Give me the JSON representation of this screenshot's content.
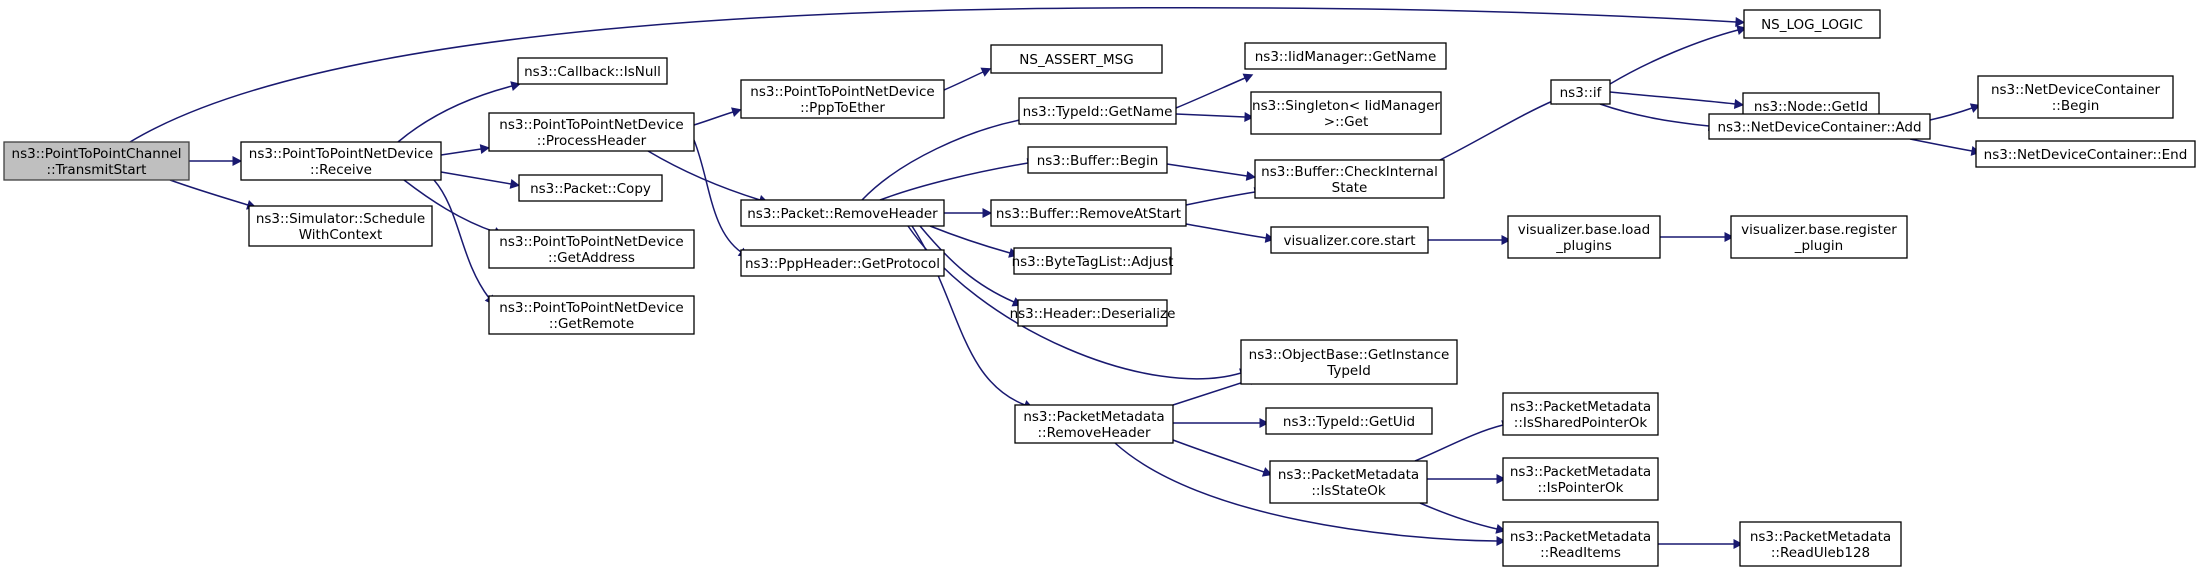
{
  "nodes": [
    {
      "id": "transmit",
      "lines": [
        "ns3::PointToPointChannel",
        "::TransmitStart"
      ],
      "root": true
    },
    {
      "id": "receive",
      "lines": [
        "ns3::PointToPointNetDevice",
        "::Receive"
      ]
    },
    {
      "id": "schedule",
      "lines": [
        "ns3::Simulator::Schedule",
        "WithContext"
      ]
    },
    {
      "id": "isnull",
      "lines": [
        "ns3::Callback::IsNull"
      ]
    },
    {
      "id": "processheader",
      "lines": [
        "ns3::PointToPointNetDevice",
        "::ProcessHeader"
      ]
    },
    {
      "id": "copy",
      "lines": [
        "ns3::Packet::Copy"
      ]
    },
    {
      "id": "getaddress",
      "lines": [
        "ns3::PointToPointNetDevice",
        "::GetAddress"
      ]
    },
    {
      "id": "getremote",
      "lines": [
        "ns3::PointToPointNetDevice",
        "::GetRemote"
      ]
    },
    {
      "id": "ppptoether",
      "lines": [
        "ns3::PointToPointNetDevice",
        "::PppToEther"
      ]
    },
    {
      "id": "removeheader",
      "lines": [
        "ns3::Packet::RemoveHeader"
      ]
    },
    {
      "id": "getprotocol",
      "lines": [
        "ns3::PppHeader::GetProtocol"
      ]
    },
    {
      "id": "assert",
      "lines": [
        "NS_ASSERT_MSG"
      ]
    },
    {
      "id": "typeidgetname",
      "lines": [
        "ns3::TypeId::GetName"
      ]
    },
    {
      "id": "bufferbegin",
      "lines": [
        "ns3::Buffer::Begin"
      ]
    },
    {
      "id": "removeatstart",
      "lines": [
        "ns3::Buffer::RemoveAtStart"
      ]
    },
    {
      "id": "adjust",
      "lines": [
        "ns3::ByteTagList::Adjust"
      ]
    },
    {
      "id": "deserialize",
      "lines": [
        "ns3::Header::Deserialize"
      ]
    },
    {
      "id": "pmremoveheader",
      "lines": [
        "ns3::PacketMetadata",
        "::RemoveHeader"
      ]
    },
    {
      "id": "iidgetname",
      "lines": [
        "ns3::IidManager::GetName"
      ]
    },
    {
      "id": "singletonget",
      "lines": [
        "ns3::Singleton< IidManager",
        ">::Get"
      ]
    },
    {
      "id": "checkinternal",
      "lines": [
        "ns3::Buffer::CheckInternal",
        "State"
      ]
    },
    {
      "id": "corestart",
      "lines": [
        "visualizer.core.start"
      ]
    },
    {
      "id": "getinstancetypeid",
      "lines": [
        "ns3::ObjectBase::GetInstance",
        "TypeId"
      ]
    },
    {
      "id": "getuid",
      "lines": [
        "ns3::TypeId::GetUid"
      ]
    },
    {
      "id": "isstateok",
      "lines": [
        "ns3::PacketMetadata",
        "::IsStateOk"
      ]
    },
    {
      "id": "ns3if",
      "lines": [
        "ns3::if"
      ]
    },
    {
      "id": "loadplugins",
      "lines": [
        "visualizer.base.load",
        "_plugins"
      ]
    },
    {
      "id": "issharedpointerok",
      "lines": [
        "ns3::PacketMetadata",
        "::IsSharedPointerOk"
      ]
    },
    {
      "id": "ispointerok",
      "lines": [
        "ns3::PacketMetadata",
        "::IsPointerOk"
      ]
    },
    {
      "id": "readitems",
      "lines": [
        "ns3::PacketMetadata",
        "::ReadItems"
      ]
    },
    {
      "id": "nslog",
      "lines": [
        "NS_LOG_LOGIC"
      ]
    },
    {
      "id": "nodegetid",
      "lines": [
        "ns3::Node::GetId"
      ]
    },
    {
      "id": "ndcadd",
      "lines": [
        "ns3::NetDeviceContainer::Add"
      ]
    },
    {
      "id": "registerplugin",
      "lines": [
        "visualizer.base.register",
        "_plugin"
      ]
    },
    {
      "id": "readuleb",
      "lines": [
        "ns3::PacketMetadata",
        "::ReadUleb128"
      ]
    },
    {
      "id": "ndcbegin",
      "lines": [
        "ns3::NetDeviceContainer",
        "::Begin"
      ]
    },
    {
      "id": "ndcend",
      "lines": [
        "ns3::NetDeviceContainer::End"
      ]
    }
  ],
  "edges": [
    [
      "transmit",
      "receive"
    ],
    [
      "transmit",
      "schedule"
    ],
    [
      "transmit",
      "nslog"
    ],
    [
      "receive",
      "isnull"
    ],
    [
      "receive",
      "processheader"
    ],
    [
      "receive",
      "copy"
    ],
    [
      "receive",
      "getaddress"
    ],
    [
      "receive",
      "getremote"
    ],
    [
      "processheader",
      "ppptoether"
    ],
    [
      "processheader",
      "removeheader"
    ],
    [
      "processheader",
      "getprotocol"
    ],
    [
      "ppptoether",
      "assert"
    ],
    [
      "removeheader",
      "typeidgetname"
    ],
    [
      "removeheader",
      "bufferbegin"
    ],
    [
      "removeheader",
      "removeatstart"
    ],
    [
      "removeheader",
      "adjust"
    ],
    [
      "removeheader",
      "deserialize"
    ],
    [
      "removeheader",
      "getinstancetypeid"
    ],
    [
      "removeheader",
      "pmremoveheader"
    ],
    [
      "typeidgetname",
      "iidgetname"
    ],
    [
      "typeidgetname",
      "singletonget"
    ],
    [
      "bufferbegin",
      "checkinternal"
    ],
    [
      "removeatstart",
      "checkinternal"
    ],
    [
      "removeatstart",
      "corestart"
    ],
    [
      "checkinternal",
      "ns3if"
    ],
    [
      "corestart",
      "loadplugins"
    ],
    [
      "loadplugins",
      "registerplugin"
    ],
    [
      "pmremoveheader",
      "getinstancetypeid"
    ],
    [
      "pmremoveheader",
      "getuid"
    ],
    [
      "pmremoveheader",
      "isstateok"
    ],
    [
      "pmremoveheader",
      "readitems"
    ],
    [
      "isstateok",
      "issharedpointerok"
    ],
    [
      "isstateok",
      "ispointerok"
    ],
    [
      "isstateok",
      "readitems"
    ],
    [
      "readitems",
      "readuleb"
    ],
    [
      "ns3if",
      "nslog"
    ],
    [
      "ns3if",
      "nodegetid"
    ],
    [
      "ns3if",
      "ndcadd"
    ],
    [
      "ndcadd",
      "ndcbegin"
    ],
    [
      "ndcadd",
      "ndcend"
    ]
  ]
}
